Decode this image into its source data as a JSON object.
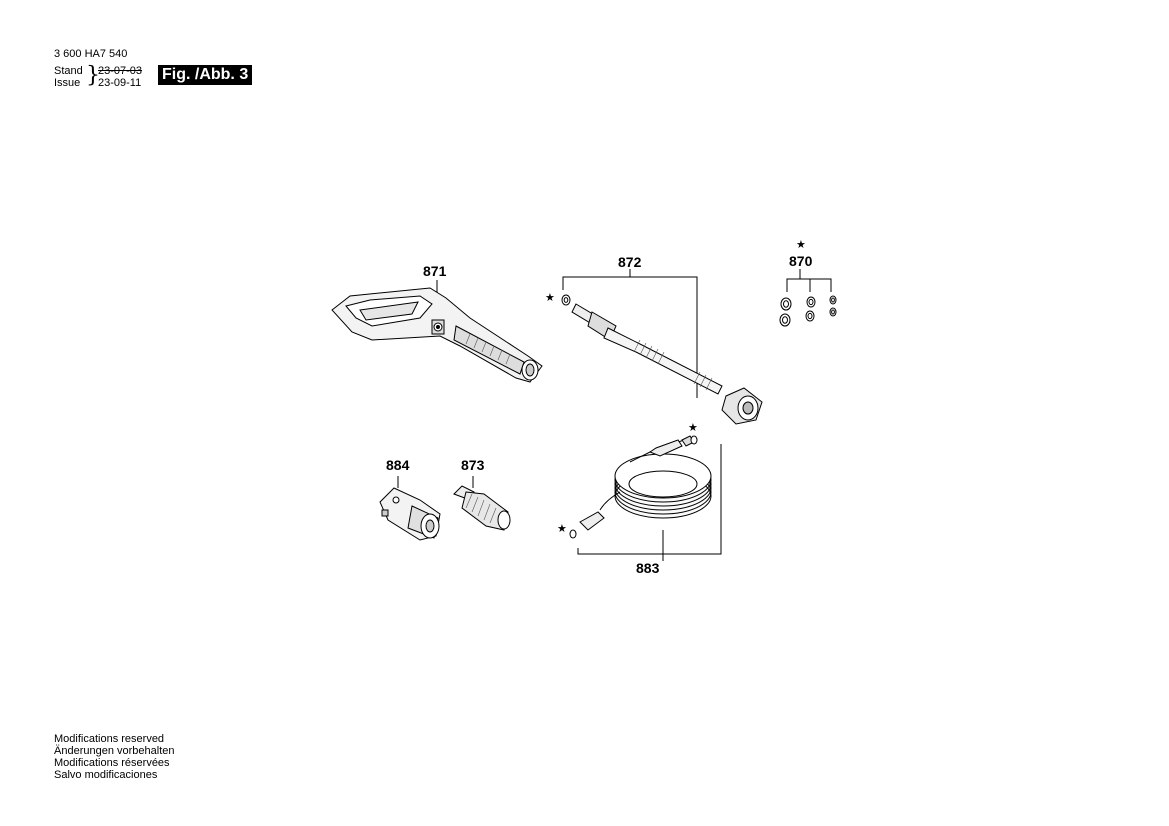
{
  "header": {
    "doc_number": "3 600 HA7 540",
    "stand_label": "Stand",
    "issue_label": "Issue",
    "date_old": "23-07-03",
    "date_new": "23-09-11",
    "brace": "}"
  },
  "figure_label": "Fig. /Abb. 3",
  "parts": {
    "p870": "870",
    "p871": "871",
    "p872": "872",
    "p873": "873",
    "p883": "883",
    "p884": "884"
  },
  "star_symbol": "★",
  "footer": {
    "line1": "Modifications reserved",
    "line2": "Änderungen vorbehalten",
    "line3": "Modifications réservées",
    "line4": "Salvo modificaciones"
  }
}
